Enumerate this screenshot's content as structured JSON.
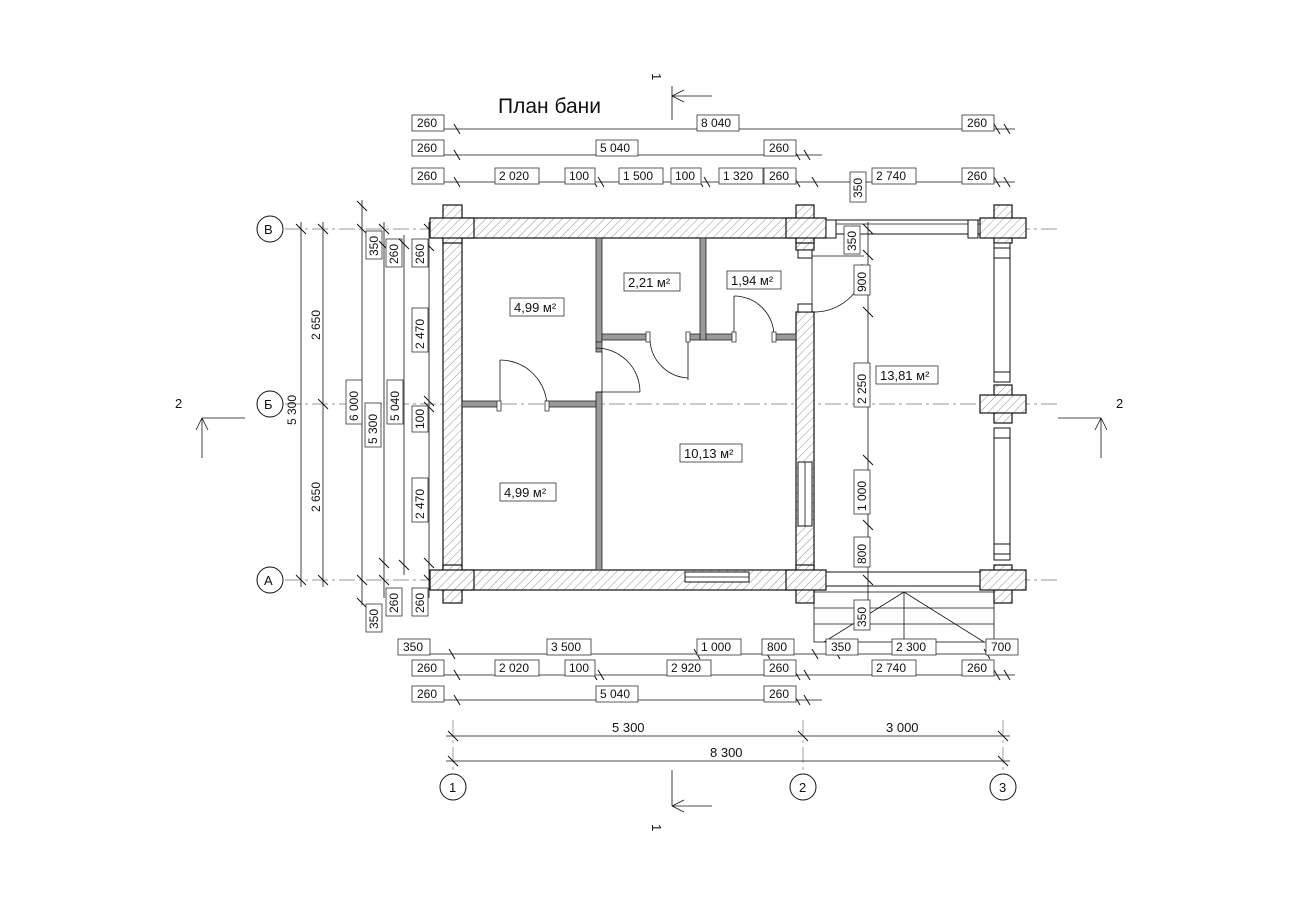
{
  "title": "План бани",
  "section_1_label": "1",
  "section_2_label": "2",
  "axes_letters": [
    "В",
    "Б",
    "А"
  ],
  "axes_numbers": [
    "1",
    "2",
    "3"
  ],
  "top_dims": {
    "row1": [
      "260",
      "8 040",
      "260"
    ],
    "row2": [
      "260",
      "5 040",
      "260"
    ],
    "row3": [
      "260",
      "2 020",
      "100",
      "1 500",
      "100",
      "1 320",
      "260",
      "350",
      "2 740",
      "260"
    ]
  },
  "bottom_dims": {
    "row1": [
      "350",
      "3 500",
      "1 000",
      "800",
      "350",
      "2 300",
      "700"
    ],
    "row2": [
      "260",
      "2 020",
      "100",
      "2 920",
      "260",
      "2 740",
      "260"
    ],
    "row3": [
      "260",
      "5 040",
      "260"
    ],
    "row4": [
      "5 300",
      "3 000"
    ],
    "row5": [
      "8 300"
    ]
  },
  "left_dims": {
    "col_outer": [
      "2 650",
      "5 300",
      "2 650"
    ],
    "col_a": [
      "350",
      "6 000",
      "350"
    ],
    "col_b": [
      "260",
      "5 300",
      "260"
    ],
    "col_c": [
      "5 040"
    ],
    "col_d": [
      "260",
      "2 470",
      "100",
      "2 470",
      "260"
    ]
  },
  "porch_dims": [
    "350",
    "350",
    "900",
    "2 250",
    "1 000",
    "800",
    "350"
  ],
  "rooms": [
    {
      "area": "4,99 м²"
    },
    {
      "area": "2,21 м²"
    },
    {
      "area": "1,94 м²"
    },
    {
      "area": "4,99 м²"
    },
    {
      "area": "10,13 м²"
    },
    {
      "area": "13,81 м²"
    }
  ]
}
